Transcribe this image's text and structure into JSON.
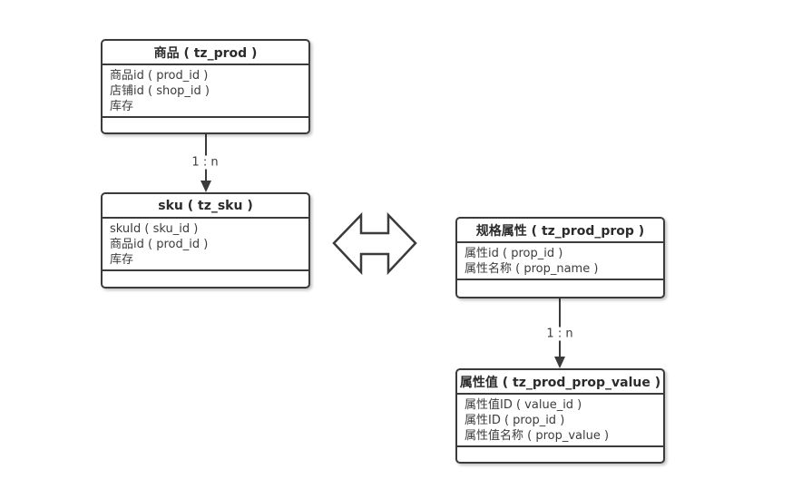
{
  "canvas": {
    "background_color": "#ffffff",
    "line_color": "#3b3b3b",
    "text_color": "#333333"
  },
  "entities": [
    {
      "id": "prod",
      "title": "商品（tz_prod）",
      "attributes": [
        "商品id（prod_id）",
        "店铺id（shop_id）",
        "库存"
      ]
    },
    {
      "id": "sku",
      "title": "sku（tz_sku）",
      "attributes": [
        "skuId（sku_id）",
        "商品id（prod_id）",
        "库存"
      ]
    },
    {
      "id": "prod_prop",
      "title": "规格属性（tz_prod_prop）",
      "attributes": [
        "属性id（prop_id）",
        "属性名称（prop_name）"
      ]
    },
    {
      "id": "prod_prop_value",
      "title": "属性值（tz_prod_prop_value）",
      "attributes": [
        "属性值ID（value_id）",
        "属性ID（prop_id）",
        "属性值名称（prop_value）"
      ]
    }
  ],
  "titles_display": [
    "商品 ( tz_prod )",
    "sku ( tz_sku )",
    "规格属性 ( tz_prod_prop )",
    "属性值 ( tz_prod_prop_value )"
  ],
  "attrs_display": {
    "prod": [
      "商品id ( prod_id )",
      "店铺id ( shop_id )",
      "库存"
    ],
    "sku": [
      "skuId ( sku_id )",
      "商品id ( prod_id )",
      "库存"
    ],
    "prop": [
      "属性id ( prop_id )",
      "属性名称 ( prop_name )"
    ],
    "propvalue": [
      "属性值ID ( value_id )",
      "属性ID ( prop_id )",
      "属性值名称 ( prop_value )"
    ]
  },
  "relations": [
    {
      "from": "商品 ( tz_prod )",
      "to": "sku ( tz_sku )",
      "label": "1 : n"
    },
    {
      "from": "规格属性 ( tz_prod_prop )",
      "to": "属性值 ( tz_prod_prop_value )",
      "label": "1 : n"
    }
  ],
  "icons": {
    "double_arrow": "left-right-double-arrow"
  }
}
